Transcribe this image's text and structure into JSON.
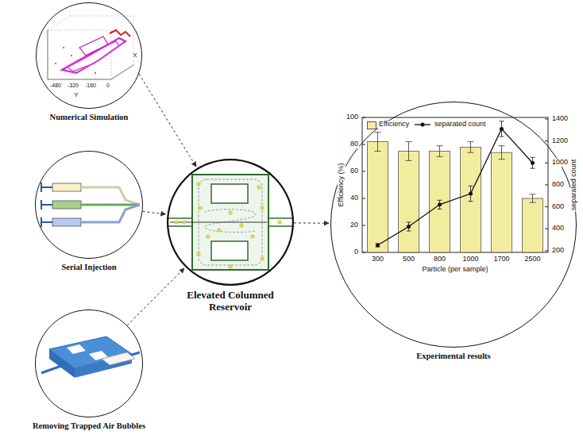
{
  "diagram": {
    "nodes": [
      {
        "text": [
          "Numerical Simulation"
        ]
      },
      {
        "text": [
          "Serial Injection"
        ]
      },
      {
        "text": [
          "Removing Trapped Air Bubbles"
        ]
      },
      {
        "text": [
          "Elevated Columned Reservoir"
        ]
      },
      {
        "text": [
          "Experimental results"
        ]
      }
    ],
    "edges": [
      {
        "from": 0,
        "to": 3,
        "arrow": "to"
      },
      {
        "from": 1,
        "to": 3,
        "arrow": "to"
      },
      {
        "from": 2,
        "to": 3,
        "arrow": "to"
      },
      {
        "from": 3,
        "to": 4,
        "arrow": "to"
      }
    ],
    "labels": [
      "X",
      "Y",
      "-480",
      "-320",
      "-160",
      "0",
      "100",
      "80",
      "60",
      "40",
      "20",
      "0",
      "Efficiency (%)",
      "1400",
      "1200",
      "1000",
      "800",
      "600",
      "400",
      "200",
      "separated count",
      "300",
      "500",
      "800",
      "1000",
      "1700",
      "2500",
      "Particle (per sample)"
    ],
    "legend": [
      {
        "text": "Efficiency",
        "color": "#f2ec9f"
      },
      {
        "text": "separated count"
      }
    ]
  }
}
